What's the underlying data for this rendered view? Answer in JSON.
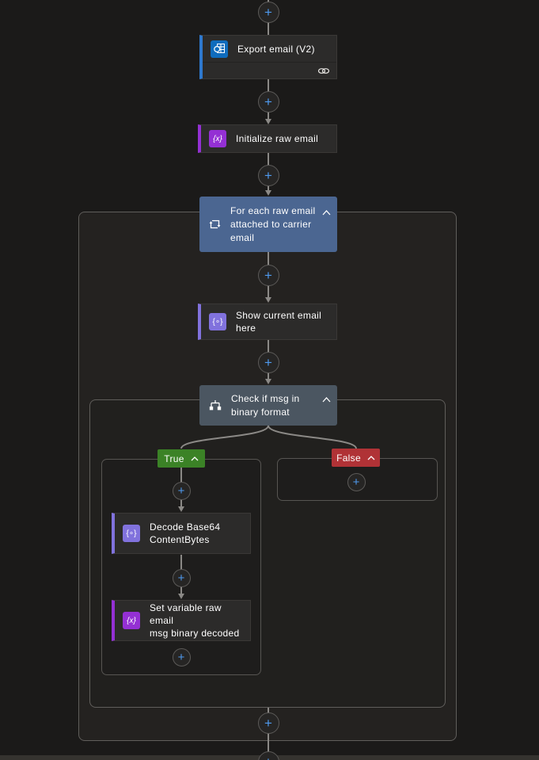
{
  "flow": {
    "nodes": {
      "export_email": {
        "label": "Export email (V2)"
      },
      "initialize_raw_email": {
        "label": "Initialize raw email"
      },
      "for_each": {
        "label": "For each raw email\nattached to carrier\nemail"
      },
      "show_current_email": {
        "label": "Show current email\nhere"
      },
      "condition": {
        "label": "Check if msg in\nbinary format"
      },
      "decode_base64": {
        "label": "Decode Base64\nContentBytes"
      },
      "set_variable": {
        "label": "Set variable raw email\nmsg binary decoded"
      }
    },
    "branches": {
      "true_label": "True",
      "false_label": "False"
    },
    "glyphs": {
      "variable": "{x}",
      "compose": "{∘}",
      "plus": "+"
    },
    "colors": {
      "outlook_icon_blue": "#0f6cbd",
      "email_accent_blue": "#2e79cf",
      "variable_purple": "#9430d4",
      "compose_purple": "#8172dd",
      "foreach_header_blue": "#4b6691",
      "condition_header_slate": "#4b5661",
      "true_green": "#3b8226",
      "false_red": "#b03236",
      "plus_blue": "#4f9aef",
      "connector_gray": "#8b8986"
    }
  }
}
